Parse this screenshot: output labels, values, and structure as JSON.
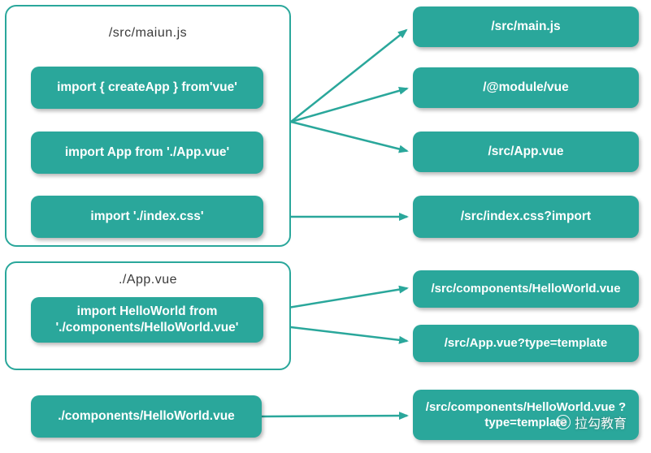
{
  "colors": {
    "accent": "#2aa79b",
    "node_text": "#ffffff",
    "title_text": "#3a3a3a"
  },
  "groups": [
    {
      "title": "/src/maiun.js",
      "items": [
        "import { createApp } from'vue'",
        "import App from './App.vue'",
        "import './index.css'"
      ]
    },
    {
      "title": "./App.vue",
      "items": [
        "import HelloWorld from './components/HelloWorld.vue'"
      ]
    }
  ],
  "standalone": "./components/HelloWorld.vue",
  "right": [
    "/src/main.js",
    "/@module/vue",
    "/src/App.vue",
    "/src/index.css?import",
    "/src/components/HelloWorld.vue",
    "/src/App.vue?type=template",
    "/src/components/HelloWorld.vue ?type=template"
  ],
  "watermark": {
    "icon": "©",
    "text": "拉勾教育"
  }
}
